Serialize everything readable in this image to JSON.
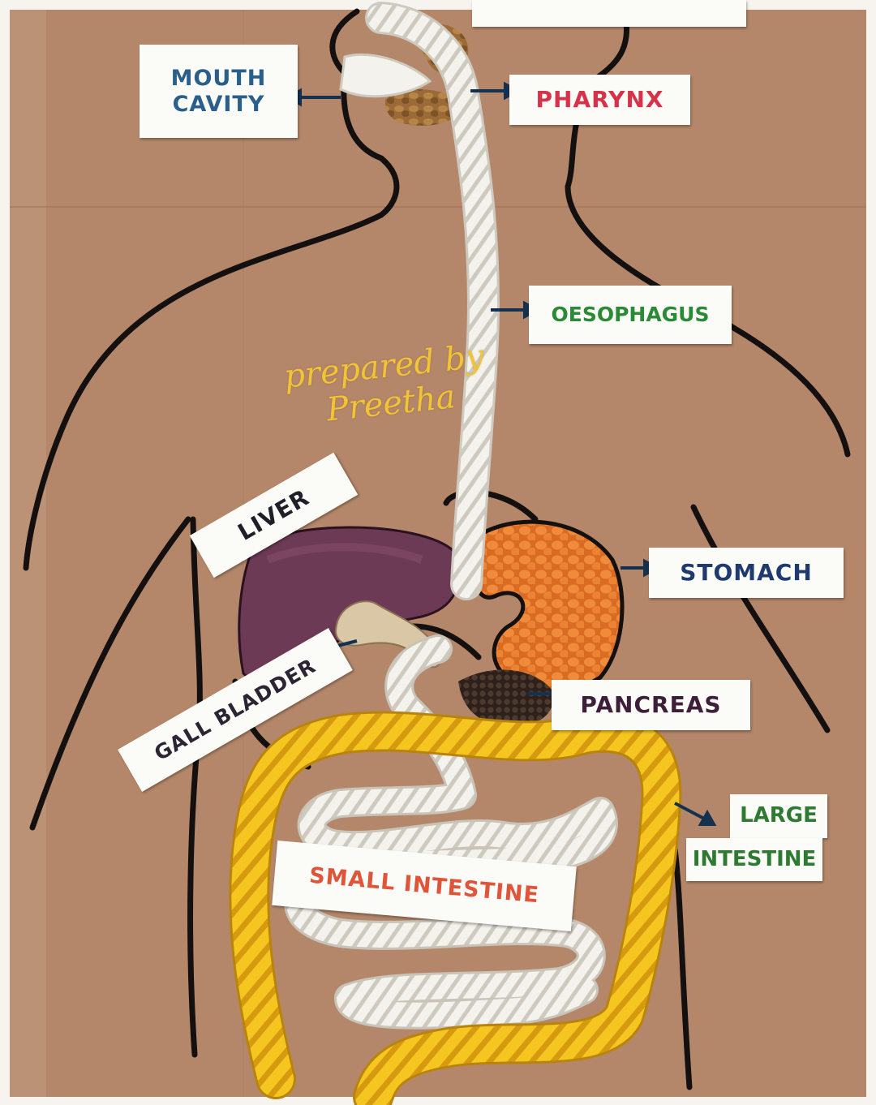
{
  "labels": {
    "top_label": {
      "text": ""
    },
    "mouth_cavity": {
      "line1": "MOUTH",
      "line2": "CAVITY",
      "color": "#2a5f8c"
    },
    "pharynx": {
      "text": "PHARYNX",
      "color": "#d6334b"
    },
    "oesophagus": {
      "text": "OESOPHAGUS",
      "color": "#2a8a35"
    },
    "liver": {
      "text": "LIVER",
      "color": "#1f1f2a"
    },
    "stomach": {
      "text": "STOMACH",
      "color": "#1e3a6e"
    },
    "gall_bladder": {
      "text": "GALL BLADDER",
      "color": "#2c2433"
    },
    "pancreas": {
      "text": "PANCREAS",
      "color": "#3d1f3a"
    },
    "large_intestine": {
      "line1": "LARGE",
      "line2": "INTESTINE",
      "color": "#2e7a32"
    },
    "small_intestine": {
      "text": "SMALL INTESTINE",
      "color": "#e0543a"
    }
  },
  "watermark": {
    "line1": "prepared by",
    "line2": "Preetha",
    "color": "#f0c436"
  },
  "colors": {
    "cardboard": "#b5876a",
    "outline": "#141010",
    "liver": "#6d3a55",
    "lentils": "#e47e36",
    "yellow_rope": "#f2c21c",
    "white_rope": "#f2f0ea",
    "pancreas": "#3a2a22"
  }
}
